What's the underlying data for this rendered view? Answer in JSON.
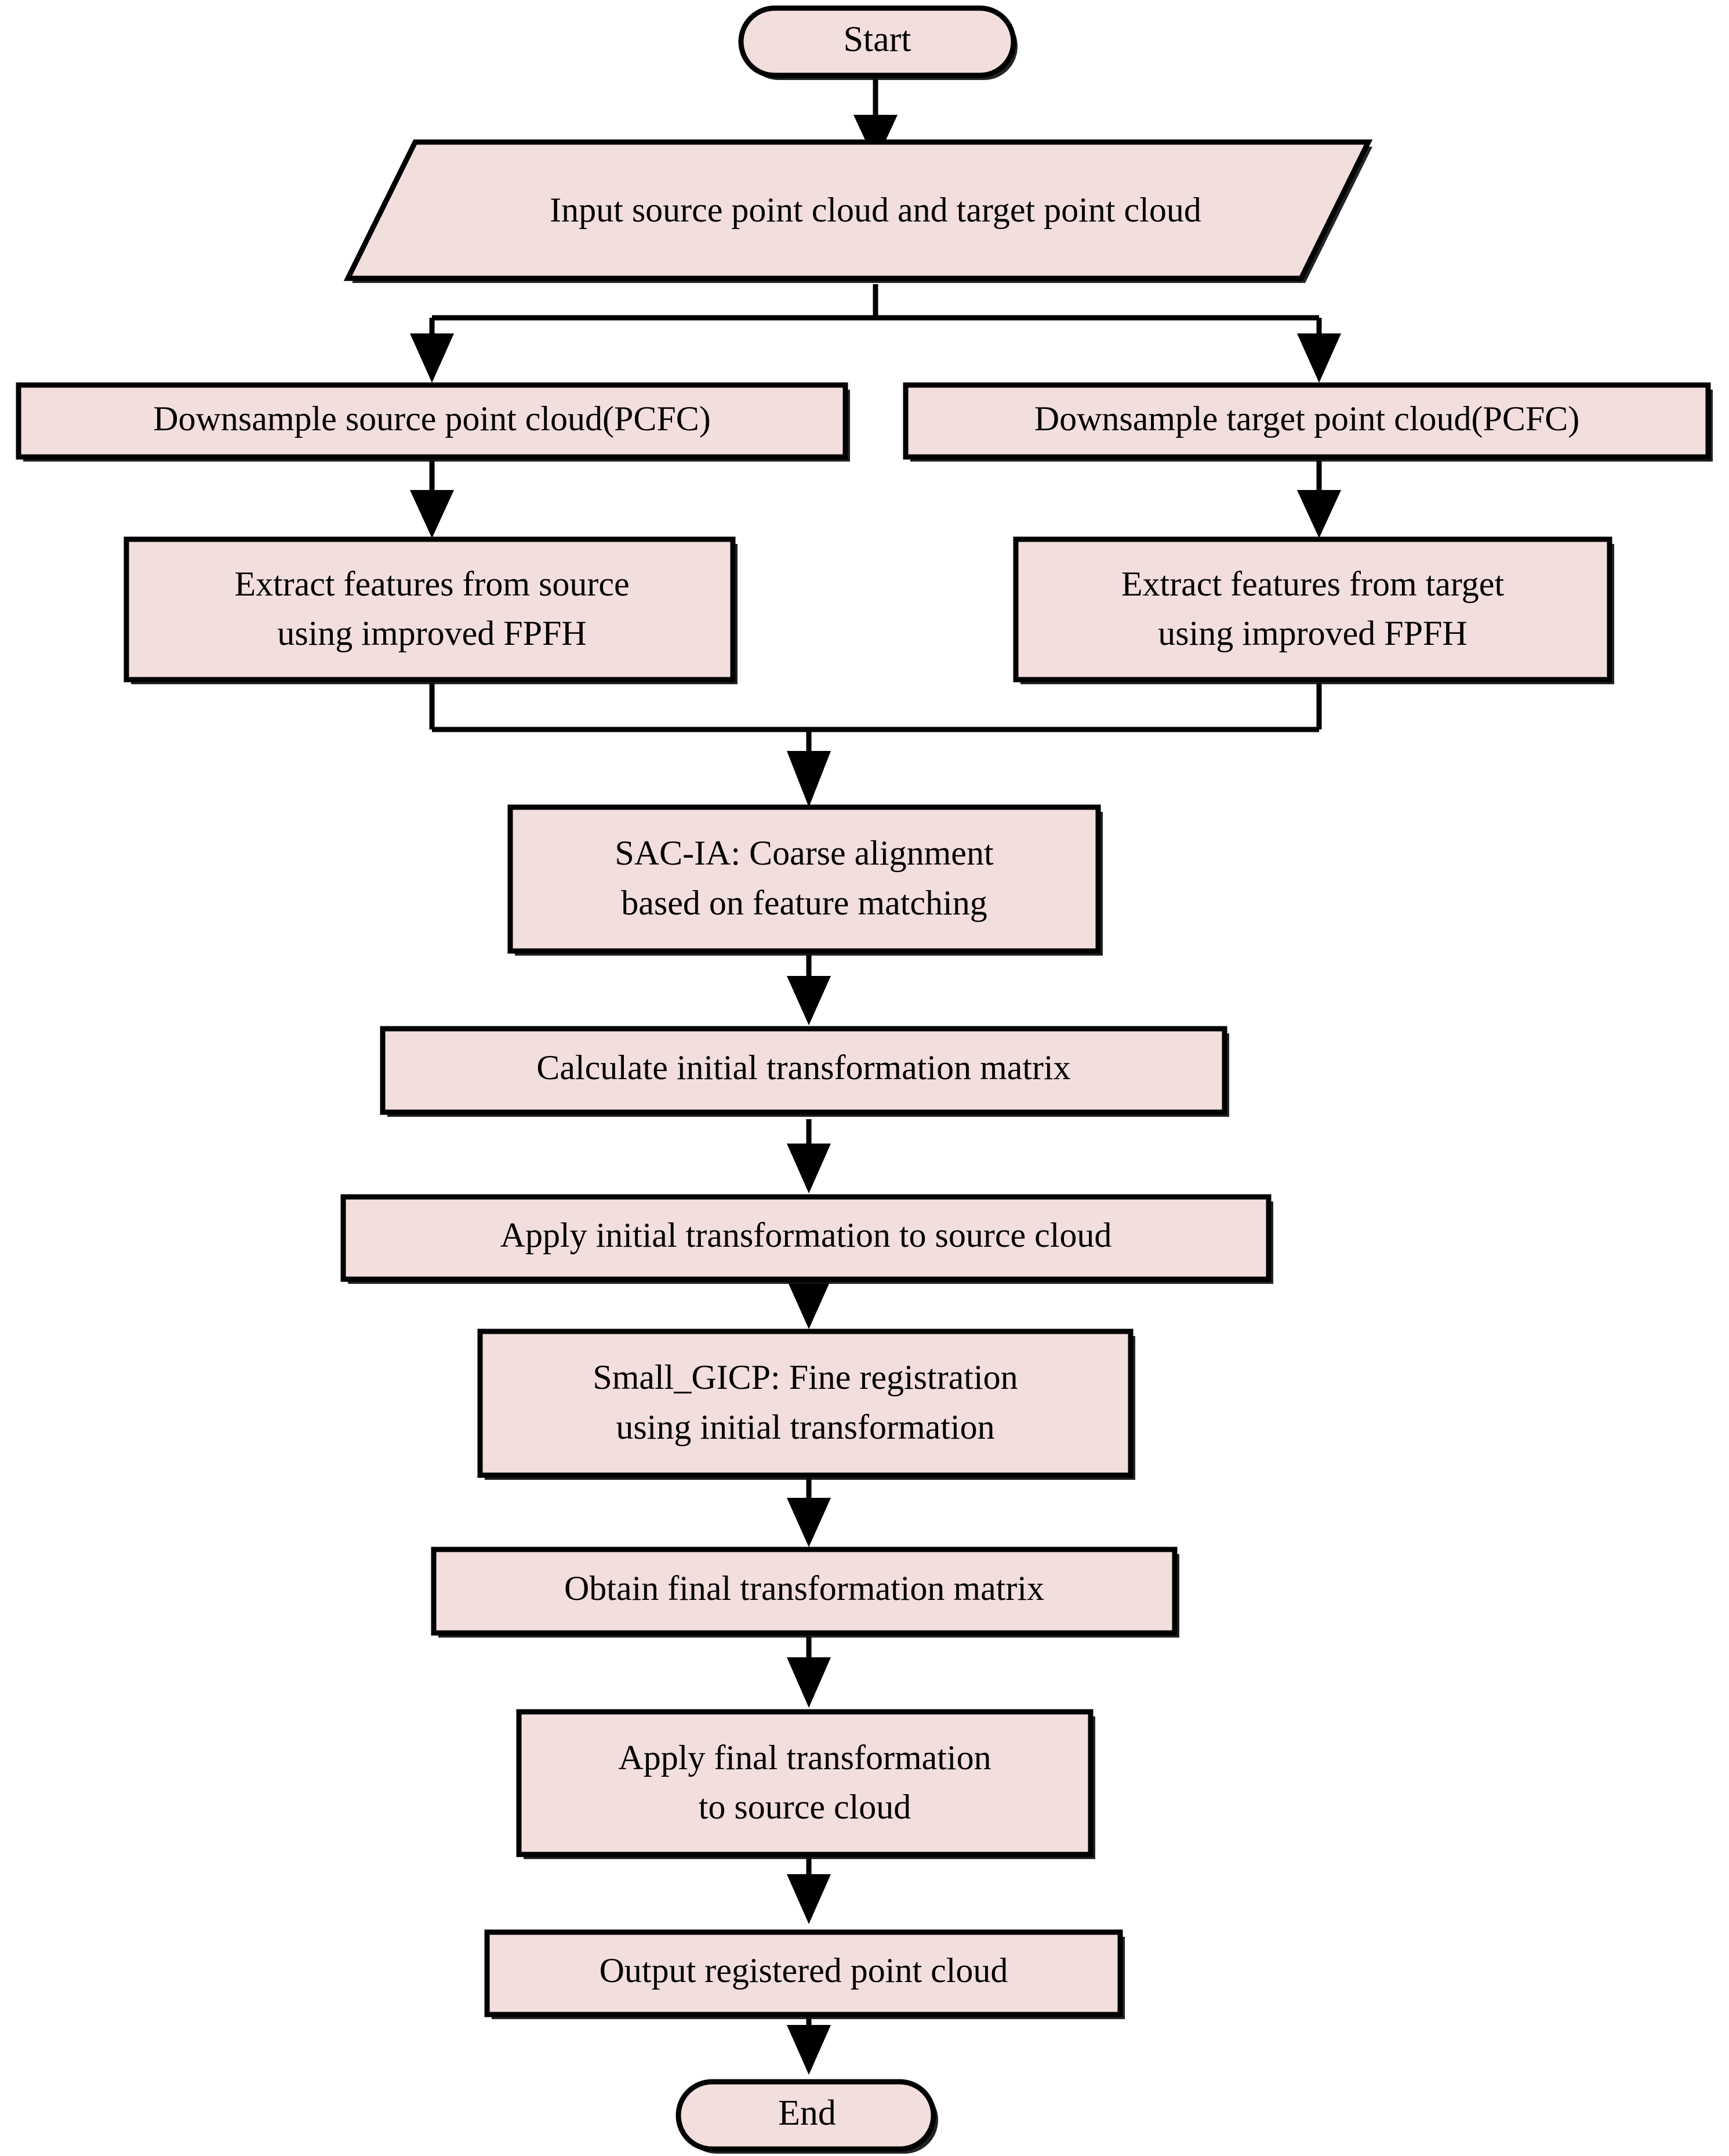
{
  "diagram": {
    "title": "Point cloud registration pipeline flowchart",
    "type": "flowchart",
    "colors": {
      "node_fill": "#f2dedc",
      "node_stroke": "#000000",
      "edge": "#000000",
      "background": "#ffffff",
      "text": "#000000"
    },
    "nodes": {
      "start": {
        "label": "Start",
        "shape": "terminator"
      },
      "input": {
        "label": "Input source point cloud and target point cloud",
        "shape": "parallelogram"
      },
      "downsample_source": {
        "label": "Downsample source point cloud(PCFC)",
        "shape": "process"
      },
      "downsample_target": {
        "label": "Downsample target point cloud(PCFC)",
        "shape": "process"
      },
      "extract_source": {
        "line1": "Extract features from source",
        "line2": "using improved FPFH",
        "shape": "process"
      },
      "extract_target": {
        "line1": "Extract features from target",
        "line2": "using improved FPFH",
        "shape": "process"
      },
      "sacia": {
        "line1": "SAC-IA: Coarse alignment",
        "line2": "based on feature matching",
        "shape": "process"
      },
      "calc_initial": {
        "label": "Calculate initial transformation matrix",
        "shape": "process"
      },
      "apply_initial": {
        "label": "Apply initial transformation to source cloud",
        "shape": "process"
      },
      "small_gicp": {
        "line1": "Small_GICP: Fine registration",
        "line2": "using initial transformation",
        "shape": "process"
      },
      "obtain_final": {
        "label": "Obtain final transformation matrix",
        "shape": "process"
      },
      "apply_final": {
        "line1": "Apply final transformation",
        "line2": "to source cloud",
        "shape": "process"
      },
      "output": {
        "label": "Output registered point cloud",
        "shape": "process"
      },
      "end": {
        "label": "End",
        "shape": "terminator"
      }
    },
    "edges": [
      {
        "from": "start",
        "to": "input"
      },
      {
        "from": "input",
        "to": "downsample_source"
      },
      {
        "from": "input",
        "to": "downsample_target"
      },
      {
        "from": "downsample_source",
        "to": "extract_source"
      },
      {
        "from": "downsample_target",
        "to": "extract_target"
      },
      {
        "from": "extract_source",
        "to": "sacia"
      },
      {
        "from": "extract_target",
        "to": "sacia"
      },
      {
        "from": "sacia",
        "to": "calc_initial"
      },
      {
        "from": "calc_initial",
        "to": "apply_initial"
      },
      {
        "from": "apply_initial",
        "to": "small_gicp"
      },
      {
        "from": "small_gicp",
        "to": "obtain_final"
      },
      {
        "from": "obtain_final",
        "to": "apply_final"
      },
      {
        "from": "apply_final",
        "to": "output"
      },
      {
        "from": "output",
        "to": "end"
      }
    ]
  }
}
